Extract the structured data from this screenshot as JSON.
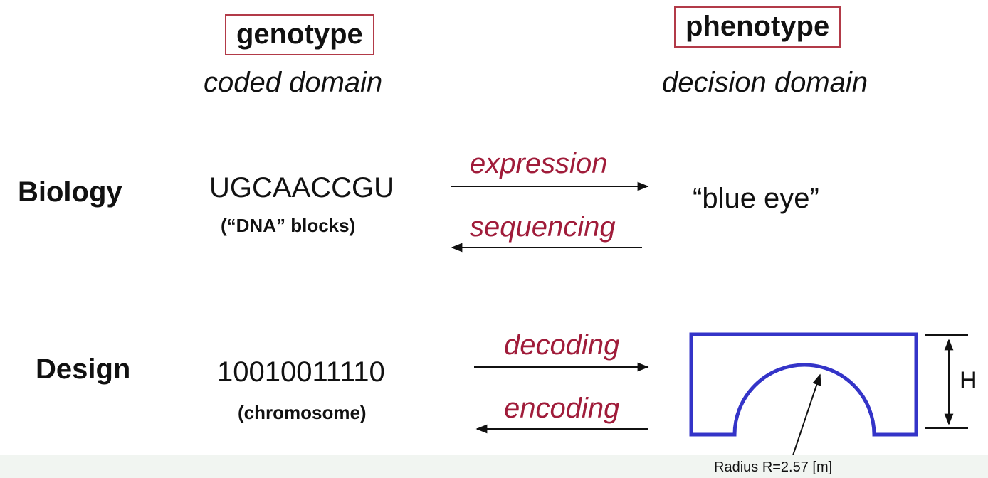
{
  "header": {
    "genotype": {
      "title": "genotype",
      "subtitle": "coded domain"
    },
    "phenotype": {
      "title": "phenotype",
      "subtitle": "decision domain"
    }
  },
  "rows": {
    "biology": {
      "label": "Biology",
      "code": "UGCAACCGU",
      "code_note": "(“DNA” blocks)",
      "forward": "expression",
      "backward": "sequencing",
      "result": "“blue eye”"
    },
    "design": {
      "label": "Design",
      "code": "10010011110",
      "code_note": "(chromosome)",
      "forward": "decoding",
      "backward": "encoding",
      "height_label": "H",
      "radius_label": "Radius R=2.57 [m]"
    }
  },
  "colors": {
    "box_border": "#b23a48",
    "verb_text": "#a01c3a",
    "shape_stroke": "#3434c8"
  }
}
